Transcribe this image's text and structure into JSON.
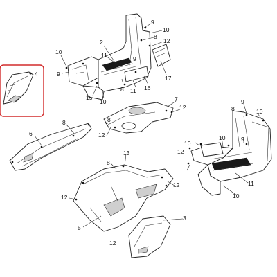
{
  "diagram": {
    "highlight_color": "#d22b2b",
    "callouts": {
      "c1": "2",
      "c2": "11",
      "c3": "9",
      "c4": "10",
      "c5": "8",
      "c6": "12",
      "c7": "17",
      "c8": "10",
      "c9": "9",
      "c10": "9",
      "c11": "15",
      "c12": "10",
      "c13": "8",
      "c14": "11",
      "c15": "16",
      "c16": "4",
      "c17": "7",
      "c18": "12",
      "c19": "8",
      "c20": "12",
      "c21": "6",
      "c22": "8",
      "c23": "9",
      "c24": "8",
      "c25": "10",
      "c26": "9",
      "c27": "10",
      "c28": "12",
      "c29": "10",
      "c30": "11",
      "c31": "10",
      "c32": "13",
      "c33": "8",
      "c34": "12",
      "c35": "12",
      "c36": "5",
      "c37": "3",
      "c38": "12"
    }
  }
}
